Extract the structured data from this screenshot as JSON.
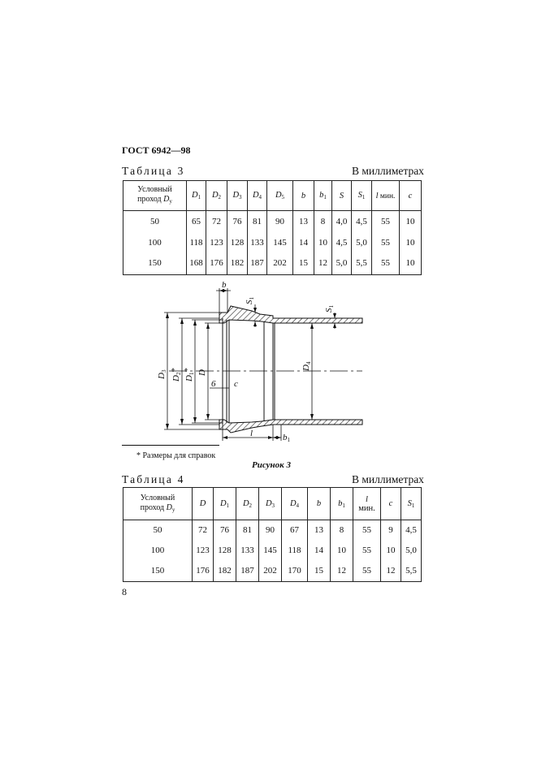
{
  "header": {
    "doc_code": "ГОСТ 6942—98"
  },
  "table3": {
    "caption": "Таблица 3",
    "units": "В миллиметрах",
    "header_label_line1": "Условный",
    "header_label_line2": "проход",
    "header_label_var": "D",
    "header_label_sub": "у",
    "columns": [
      {
        "v": "D",
        "s": "1"
      },
      {
        "v": "D",
        "s": "2"
      },
      {
        "v": "D",
        "s": "3"
      },
      {
        "v": "D",
        "s": "4"
      },
      {
        "v": "D",
        "s": "5"
      },
      {
        "v": "b",
        "s": ""
      },
      {
        "v": "b",
        "s": "1"
      },
      {
        "v": "S",
        "s": ""
      },
      {
        "v": "S",
        "s": "1"
      },
      {
        "v": "l",
        "s": "",
        "extra": " мин."
      },
      {
        "v": "c",
        "s": ""
      }
    ],
    "rows": [
      [
        "50",
        "65",
        "72",
        "76",
        "81",
        "90",
        "13",
        "8",
        "4,0",
        "4,5",
        "55",
        "10"
      ],
      [
        "100",
        "118",
        "123",
        "128",
        "133",
        "145",
        "14",
        "10",
        "4,5",
        "5,0",
        "55",
        "10"
      ],
      [
        "150",
        "168",
        "176",
        "182",
        "187",
        "202",
        "15",
        "12",
        "5,0",
        "5,5",
        "55",
        "10"
      ]
    ]
  },
  "figure": {
    "labels": {
      "b": "b",
      "s1_left": "S",
      "s1_right": "S",
      "sub1": "1",
      "d3": "D",
      "d3_sub": "3",
      "d2": "D",
      "d2_sub": "2",
      "d1": "D",
      "d1_sub": "1",
      "d": "D",
      "d4": "D",
      "d4_sub": "4",
      "star": "*",
      "six": "6",
      "c": "c",
      "l": "l",
      "b1": "b",
      "b1_sub": "1"
    },
    "footnote": "* Размеры для справок",
    "caption": "Рисунок 3"
  },
  "table4": {
    "caption": "Таблица 4",
    "units": "В миллиметрах",
    "header_label_line1": "Условный",
    "header_label_line2": "проход",
    "header_label_var": "D",
    "header_label_sub": "у",
    "columns": [
      {
        "v": "D",
        "s": ""
      },
      {
        "v": "D",
        "s": "1"
      },
      {
        "v": "D",
        "s": "2"
      },
      {
        "v": "D",
        "s": "3"
      },
      {
        "v": "D",
        "s": "4"
      },
      {
        "v": "b",
        "s": ""
      },
      {
        "v": "b",
        "s": "1"
      },
      {
        "v": "l",
        "s": "",
        "extra": "мин."
      },
      {
        "v": "c",
        "s": ""
      },
      {
        "v": "S",
        "s": "1"
      }
    ],
    "rows": [
      [
        "50",
        "72",
        "76",
        "81",
        "90",
        "67",
        "13",
        "8",
        "55",
        "9",
        "4,5"
      ],
      [
        "100",
        "123",
        "128",
        "133",
        "145",
        "118",
        "14",
        "10",
        "55",
        "10",
        "5,0"
      ],
      [
        "150",
        "176",
        "182",
        "187",
        "202",
        "170",
        "15",
        "12",
        "55",
        "12",
        "5,5"
      ]
    ]
  },
  "footer": {
    "page_number": "8"
  }
}
